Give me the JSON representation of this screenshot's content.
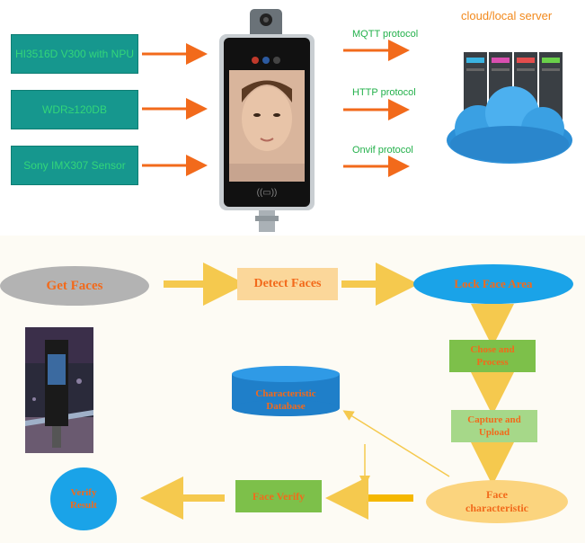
{
  "specs": [
    {
      "label": "HI3516D V300 with NPU"
    },
    {
      "label": "WDR≥120DB"
    },
    {
      "label": "Sony IMX307 Sensor"
    }
  ],
  "protocols": [
    {
      "label": "MQTT protocol"
    },
    {
      "label": "HTTP  protocol"
    },
    {
      "label": "Onvif  protocol"
    }
  ],
  "server_label": "cloud/local server",
  "flow": {
    "get_faces": "Get  Faces",
    "detect_faces": "Detect Faces",
    "lock_face_area": "Lock Face Area",
    "chose_and_process": "Chose and Process",
    "capture_and_upload": "Capture and Upload",
    "face_characteristic": "Face characteristic",
    "characteristic_database": "Characteristic Database",
    "face_verify": "Face Verify",
    "verify_result": "Verify Result"
  },
  "colors": {
    "spec_box": "#16978e",
    "spec_text": "#33d67a",
    "arrow_orange": "#f26a1b",
    "flow_arrow": "#f5c94e",
    "green_box": "#7dc04a",
    "blue_node": "#1aa3e8",
    "server_text": "#f2891c"
  }
}
